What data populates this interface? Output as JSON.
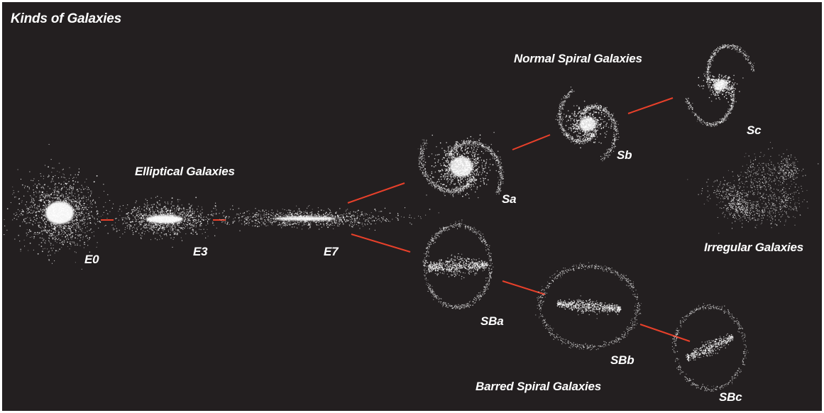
{
  "title": "Kinds of Galaxies",
  "groups": {
    "elliptical": "Elliptical Galaxies",
    "normal_spiral": "Normal Spiral Galaxies",
    "barred_spiral": "Barred Spiral Galaxies",
    "irregular": "Irregular Galaxies"
  },
  "galaxies": {
    "e0": "E0",
    "e3": "E3",
    "e7": "E7",
    "sa": "Sa",
    "sb": "Sb",
    "sc": "Sc",
    "sba": "SBa",
    "sbb": "SBb",
    "sbc": "SBc"
  },
  "colors": {
    "background": "#231f20",
    "connector": "#e8402a",
    "stars": "#ffffff"
  }
}
